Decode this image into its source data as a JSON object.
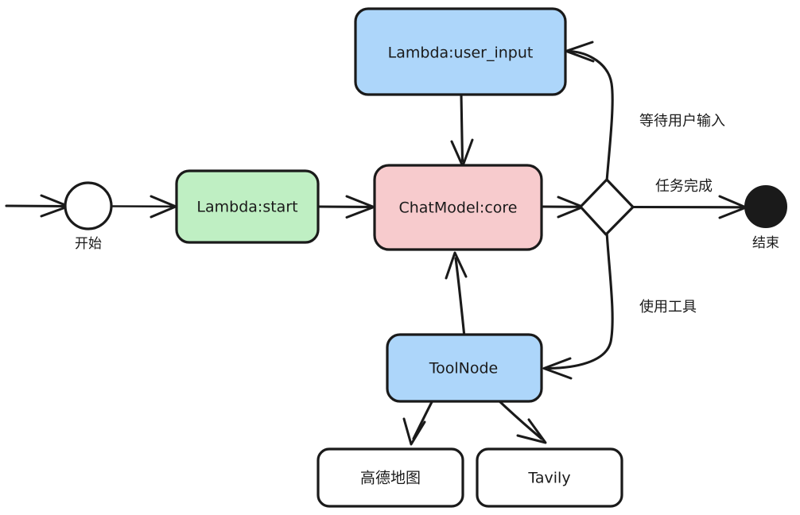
{
  "diagram": {
    "title": "LangGraph agent state diagram",
    "type": "flowchart",
    "background": "#ffffff",
    "stroke_color": "#1a1a1a"
  },
  "colors": {
    "blue_fill": "#ADD6FA",
    "green_fill": "#BFEFC3",
    "pink_fill": "#F7CBCD",
    "white_fill": "#ffffff",
    "black_fill": "#1a1a1a",
    "stroke": "#1a1a1a"
  },
  "nodes": {
    "start": {
      "label": "开始",
      "shape": "circle-open",
      "fill": "#ffffff"
    },
    "end": {
      "label": "结束",
      "shape": "circle-filled",
      "fill": "#1a1a1a"
    },
    "lambda_start": {
      "label": "Lambda:start",
      "shape": "rounded-rect",
      "fill": "#BFEFC3"
    },
    "lambda_user_input": {
      "label": "Lambda:user_input",
      "shape": "rounded-rect",
      "fill": "#ADD6FA"
    },
    "chatmodel_core": {
      "label": "ChatModel:core",
      "shape": "rounded-rect",
      "fill": "#F7CBCD"
    },
    "decision": {
      "label": "",
      "shape": "diamond",
      "fill": "#ffffff"
    },
    "toolnode": {
      "label": "ToolNode",
      "shape": "rounded-rect",
      "fill": "#ADD6FA"
    },
    "amap": {
      "label": "高德地图",
      "shape": "rounded-rect",
      "fill": "#ffffff"
    },
    "tavily": {
      "label": "Tavily",
      "shape": "rounded-rect",
      "fill": "#ffffff"
    }
  },
  "edges": [
    {
      "from": "entry",
      "to": "start",
      "label": ""
    },
    {
      "from": "start",
      "to": "lambda_start",
      "label": ""
    },
    {
      "from": "lambda_start",
      "to": "chatmodel_core",
      "label": ""
    },
    {
      "from": "lambda_user_input",
      "to": "chatmodel_core",
      "label": ""
    },
    {
      "from": "chatmodel_core",
      "to": "decision",
      "label": ""
    },
    {
      "from": "decision",
      "to": "end",
      "label": "任务完成"
    },
    {
      "from": "decision",
      "to": "lambda_user_input",
      "label": "等待用户输入"
    },
    {
      "from": "decision",
      "to": "toolnode",
      "label": "使用工具"
    },
    {
      "from": "toolnode",
      "to": "chatmodel_core",
      "label": ""
    },
    {
      "from": "toolnode",
      "to": "amap",
      "label": ""
    },
    {
      "from": "toolnode",
      "to": "tavily",
      "label": ""
    }
  ],
  "edge_labels": {
    "task_complete": "任务完成",
    "wait_user_input": "等待用户输入",
    "use_tools": "使用工具"
  }
}
